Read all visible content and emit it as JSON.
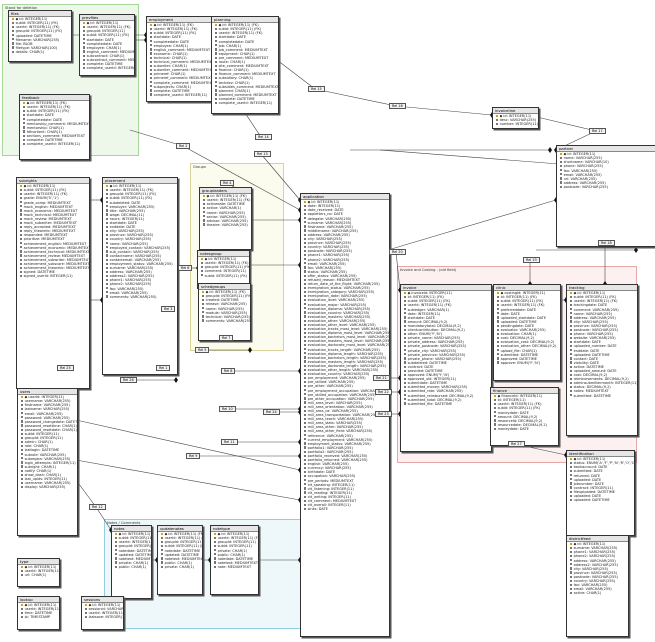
{
  "regions": [
    {
      "id": "r-green",
      "title": "Stand for deletion",
      "color": "#a6d79a",
      "bg": "#eef8ea"
    },
    {
      "id": "r-yellow",
      "title": "Groups",
      "color": "#d8d39a",
      "bg": "#fbfbee"
    },
    {
      "id": "r-red",
      "title": "Invoice and Costing - (old field)",
      "color": "#e6a7a7",
      "bg": "#fdf0f0"
    },
    {
      "id": "r-blue",
      "title": "Notes / Comments",
      "color": "#8fcfe0",
      "bg": "#eef8fb"
    }
  ],
  "tables": [
    {
      "id": "files",
      "name": "files",
      "rows": [
        "◆ id: INTEGER(11)",
        "subId: INTEGER(11) (FK)",
        "userId: INTEGER(11) (FK)",
        "groupId: INTEGER(11) (FK)",
        "uploaded: DATETIME",
        "filename: VARCHAR(255)",
        "file: BLOB",
        "filetype: VARCHAR(100)",
        "details: CHAR(1)"
      ]
    },
    {
      "id": "prevfiles",
      "name": "prevfiles",
      "rows": [
        "◆ id: INTEGER(11)",
        "userId: INTEGER(11) (FK)",
        "groupId: INTEGER(11)",
        "subId: INTEGER(11) (FK)",
        "startdate: DATE",
        "completedate: DATE",
        "employee: CHAR(1)",
        "english_comment: MEDIUMTEXT",
        "subcontract: CHAR(1)",
        "subcontract_comment: MEDIUMTEXT",
        "complete: DATETIME",
        "complete_userId: INTEGER(11)"
      ]
    },
    {
      "id": "employment",
      "name": "employment",
      "rows": [
        "◆ id: INTEGER(11) (FK)",
        "userId: INTEGER(11) (FK)",
        "subId: INTEGER(11) (FK)",
        "startdate: DATE",
        "completedate: DATE",
        "employee: CHAR(1)",
        "english_comment: MEDIUMTEXT",
        "economic: CHAR(1)",
        "technical: CHAR(1)",
        "technical_comment: MEDIUMTEXT",
        "subwriter: CHAR(1)",
        "subwriter_comment: MEDIUMTEXT",
        "primeref: CHAR(1)",
        "primeref_comment: MEDIUMTEXT",
        "complete_comment: MEDIUMTEXT",
        "subprojects: CHAR(1)",
        "complete: DATETIME",
        "complete_userId: INTEGER(11)"
      ]
    },
    {
      "id": "planning",
      "name": "planning",
      "rows": [
        "◆ id: INTEGER(11) (FK)",
        "subId: INTEGER(11) (FK)",
        "userId: INTEGER(11) (FK)",
        "startdate: DATE",
        "completedate: DATE",
        "job: CHAR(1)",
        "job_comment: MEDIUMTEXT",
        "equipment: CHAR(1)",
        "pre_comment: MEDIUMTEXT",
        "route: CHAR(1)",
        "site_comment: MEDIUMTEXT",
        "finance: CHAR(1)",
        "finance_comment: MEDIUMTEXT",
        "subsidiary: CHAR(1)",
        "techdev: CHAR(1)",
        "subsidies_comment: MEDIUMTEXT",
        "planned: CHAR(1)",
        "planned_comment: MEDIUMTEXT",
        "complete: DATETIME",
        "complete_userId: INTEGER(11)"
      ]
    },
    {
      "id": "audiobill",
      "name": "invoiceline",
      "rows": [
        "◆ id: INTEGER(11)",
        "desc: VARCHAR(255)",
        "number: INTEGER(11)"
      ]
    },
    {
      "id": "users2",
      "name": "partner",
      "rows": [
        "◆ id: INTEGER(11)",
        "name: VARCHAR(255)",
        "shortname: VARCHAR(10)",
        "phone: VARCHAR(255)",
        "fax: VARCHAR(255)",
        "email: VARCHAR(255)",
        "url: VARCHAR(255)",
        "address: VARCHAR(255)",
        "postcode: VARCHAR(255)"
      ]
    },
    {
      "id": "feedback",
      "name": "feedback",
      "rows": [
        "◆ id: INTEGER(11) (FK)",
        "userId: INTEGER(11) (FK)",
        "subId: INTEGER(11) (FK)",
        "startdate: DATE",
        "completedate: DATE",
        "mentorship_comment: MEDIUMTEXT",
        "mentorship: CHAR(1)",
        "fdfcontent: CHAR(1)",
        "sections_comment: MEDIUMTEXT",
        "complete: DATETIME",
        "complete_userId: INTEGER(11)"
      ]
    },
    {
      "id": "subrights",
      "name": "subrights",
      "rows": [
        "◆ id: INTEGER(11)",
        "subId: INTEGER(11) (FK)",
        "userId: INTEGER(11) (FK)",
        "grade: ENUM('5','1')",
        "grade_comp: MEDIUMTEXT",
        "mock_english: MEDIUMTEXT",
        "mock_economic: MEDIUMTEXT",
        "mock_technical: MEDIUMTEXT",
        "mock_review: MEDIUMTEXT",
        "mock_subwriter: MEDIUMTEXT",
        "reply_accepted: MEDIUMTEXT",
        "reply_theoretic: MEDIUMTEXT",
        "responded: MEDIUMTEXT",
        "prioritize: MEDIUMTEXT",
        "achievement_english: MEDIUMTEXT",
        "achievement_economic: MEDIUMTEXT",
        "achievement_technical: MEDIUMTEXT",
        "achievement_review: MEDIUMTEXT",
        "achievement_subwriter: MEDIUMTEXT",
        "achievement_subscore: MEDIUMTEXT",
        "achievement_theoretic: MEDIUMTEXT",
        "signed: DATETIME",
        "signed_userId: INTEGER(11)"
      ]
    },
    {
      "id": "placement",
      "name": "placement",
      "rows": [
        "◆ id: INTEGER(11)",
        "userId: INTEGER(11) (FK)",
        "groupId: INTEGER(11) (FK)",
        "subId: INTEGER(11) (FK)",
        "subdeleted: DATE",
        "employer: VARCHAR(255)",
        "title: VARCHAR(255)",
        "wage: DECIMAL(11)",
        "hours: INTEGER(11)",
        "startdate: DATE",
        "enddate: DATE",
        "city: VARCHAR(255)",
        "province: VARCHAR(255)",
        "country: VARCHAR(255)",
        "name: VARCHAR(255)",
        "employed_contact: VARCHAR(255)",
        "sub_contact: VARCHAR(255)",
        "contactname: VARCHAR(255)",
        "contactemail: VARCHAR(255)",
        "employment_status: VARCHAR(255)",
        "surname: VARCHAR(255)",
        "address: VARCHAR(255)",
        "address2: VARCHAR(255)",
        "phone1: VARCHAR(255)",
        "phone2: VARCHAR(255)",
        "fax: VARCHAR(255)",
        "email: VARCHAR(255)",
        "comments: VARCHAR(255)"
      ]
    },
    {
      "id": "groupleaders",
      "name": "groupleaders",
      "rows": [
        "◆ id: INTEGER(11) (FK)",
        "userId: INTEGER(11) (FK)",
        "activedate: DATETIME",
        "active: VARCHAR(1)",
        "name: VARCHAR(255)",
        "sector: VARCHAR(255)",
        "advisor: VARCHAR(255)",
        "theatre: VARCHAR(255)"
      ]
    },
    {
      "id": "notesgroup",
      "name": "notesgroup",
      "rows": [
        "◆ id: INTEGER(11)",
        "userId: INTEGER(11) (FK)",
        "groupId: INTEGER(11) (FK)",
        "comment: INTEGER(11)",
        "subId: INTEGER(11) (FK)"
      ]
    },
    {
      "id": "schedgroups",
      "name": "schedgroups",
      "rows": [
        "◆ id: INTEGER(11) (FK)",
        "groupId: INTEGER(11) (FK)",
        "created: DATETIME",
        "release: VARCHAR(255)",
        "name: VARCHAR(255)",
        "module: VARCHAR(255)",
        "technical: VARCHAR(255)",
        "comments: VARCHAR(255)"
      ]
    },
    {
      "id": "application",
      "name": "application",
      "rows": [
        "◆ id: INTEGER(11)",
        "date: INTEGER(11)",
        "date_received: DATE",
        "appletters_no: DATE",
        "delegate: VARCHAR(255)",
        "surname: VARCHAR(255)",
        "firstname: VARCHAR(255)",
        "middlename: VARCHAR(255)",
        "address: VARCHAR(255)",
        "city: VARCHAR(255)",
        "province: VARCHAR(255)",
        "country: VARCHAR(255)",
        "postcode: VARCHAR(255)",
        "phone1: VARCHAR(255)",
        "phone2: VARCHAR(255)",
        "email: VARCHAR(255)",
        "fax: VARCHAR(255)",
        "status: VARCHAR(255)",
        "offer_status: VARCHAR(255)",
        "refused_reason: MEDIUMTEXT",
        "return_date_of_the_flight: VARCHAR(255)",
        "immigration_status: VARCHAR(255)",
        "immigration_category: VARCHAR(255)",
        "immigration_date: VARCHAR(255)",
        "evaluation_level: VARCHAR(255)",
        "evaluation_major: VARCHAR(255)",
        "evaluation_diploma: VARCHAR(255)",
        "evaluation_country: VARCHAR(255)",
        "evaluation_masters: VARCHAR(255)",
        "evaluation_other: VARCHAR(255)",
        "evaluation_other_level: VARCHAR(255)",
        "evaluation_tracks_most_level: VARCHAR(255)",
        "evaluation_diploma_most_level: VARCHAR(255)",
        "evaluation_bachelors_most_level: VARCHAR(255)",
        "evaluation_masters_most_level: VARCHAR(255)",
        "evaluation_doctorate_most_level: VARCHAR(255)",
        "evaluation_tracks_length: VARCHAR(255)",
        "evaluation_diploma_length: VARCHAR(255)",
        "evaluation_bachelors_length: VARCHAR(255)",
        "evaluation_masters_length: VARCHAR(255)",
        "evaluation_doctorate_length: VARCHAR(255)",
        "evaluation_other_length: VARCHAR(255)",
        "evaluation_country: VARCHAR(255)",
        "pre_employment: VARCHAR(255)",
        "pre_skilled: VARCHAR(255)",
        "pre_other: VARCHAR(255)",
        "pre_employment_occupation: VARCHAR(255)",
        "pre_skilled_occupation: VARCHAR(255)",
        "pre_other_occupation: VARCHAR(255)",
        "mill_area_level: VARCHAR(255)",
        "mill_area_orientation: VARCHAR(255)",
        "mill_area_ca: VARCHAR(255)",
        "mill_area_transportation: VARCHAR(255)",
        "mill_area_teach: VARCHAR(255)",
        "mill_area_stats: VARCHAR(255)",
        "mill_area_other: VARCHAR(255)",
        "mill_area_other_field: VARCHAR(255)",
        "reference: VARCHAR(255)",
        "current_employment: VARCHAR(255)",
        "employment_status: VARCHAR(255)",
        "portfolio1: VARCHAR(255)",
        "portfolio2: VARCHAR(255)",
        "portfolio_received: VARCHAR(255)",
        "portfolio_returned: VARCHAR(255)",
        "english: VARCHAR(255)",
        "currency: VARCHAR(255)",
        "birthdate: DATE",
        "occupation: VARCHAR(255)",
        "pre_periods: MEDIUMTEXT",
        "ctt_speaking: INTEGER(11)",
        "ctt_listening: INTEGER(11)",
        "ctt_reading: INTEGER(11)",
        "ctt_writing: INTEGER(11)",
        "ctt_comment: MEDIUMTEXT",
        "ctt_overall: INTEGER(11)",
        "sinks: DATE"
      ]
    },
    {
      "id": "invoice",
      "name": "invoice",
      "rows": [
        "◆ invoiceId: INTEGER(11)",
        "id: INTEGER(11) (FK)",
        "subId: INTEGER(11) (FK)",
        "userId: INTEGER(11) (FK)",
        "subledger: VARCHAR(1)",
        "date: INTEGER(11)",
        "startdate: DATE",
        "amount: DECIMAL(9,2)",
        "mandatorytotal: DECIMAL(9,2)",
        "clientcontribution: DECIMAL(9,2)",
        "other: ENUM('Y','N')",
        "private_name: VARCHAR(255)",
        "private_address: VARCHAR(255)",
        "private_postcode: VARCHAR(255)",
        "private_city: VARCHAR(255)",
        "private_province: VARCHAR(255)",
        "private_phone: VARCHAR(255)",
        "subdeleted: DATETIME",
        "contract: DATE",
        "provided: DATETIME",
        "approved: ENUM('Y','N')",
        "approved_uId: INTEGER(11)",
        "submitdate: DATETIME",
        "submitted_money: VARCHAR(255)",
        "submitted_rate: VARCHAR(255)",
        "submitted_reimbursed: DECIMAL(9,2)",
        "submitted_total: DECIMAL(9,2)",
        "submitted_file: DATETIME"
      ]
    },
    {
      "id": "clinrec",
      "name": "clinic",
      "rows": [
        "◆ costingId: INTEGER(11)",
        "id: INTEGER(11) (FK)",
        "subId: INTEGER(11) (FK)",
        "userId: INTEGER(11) (FK)",
        "preferreddate: DATE",
        "date: DATE",
        "uploaded_startdate: DATE",
        "uploaded: DATETIME",
        "pendingdate: DATE",
        "evaluator: VARCHAR(255)",
        "evaluation: CHAR(1)",
        "cost: DECIMAL(9,2)",
        "evaluation_cost: DECIMAL(9,2)",
        "evaluation_other: DECIMAL(9,2)",
        "upload_file: CHAR(1)",
        "submitted: DATETIME",
        "approved: DATETIME",
        "approve: ENUM('Y','N')"
      ]
    },
    {
      "id": "tracking",
      "name": "tracking",
      "rows": [
        "◆ id: INTEGER(11)",
        "subId: INTEGER(11) (FK)",
        "userId: INTEGER(11) (FK)",
        "trackingdate: DATE",
        "comment: VARCHAR(255)",
        "name: VARCHAR(255)",
        "address: VARCHAR(255)",
        "city: VARCHAR(255)",
        "province: VARCHAR(255)",
        "postcode: VARCHAR(255)",
        "phone: VARCHAR(255)",
        "website: VARCHAR(255)",
        "startdate: DATE",
        "uploaded_number: DATE",
        "enddate: DATE",
        "uploaded: DATETIME",
        "contact: DATE",
        "visibility: DATE",
        "active: DATETIME",
        "uploaded_amount: DATE",
        "cost: DECIMAL(9,2)",
        "reimbursements: DECIMAL(9,2)",
        "adminsubmittermonth: INTEGER(11)",
        "status: DECIMAL(9,2)",
        "notes: MEDIUMTEXT",
        "submitted: DATETIME"
      ]
    },
    {
      "id": "finance",
      "name": "finance",
      "rows": [
        "◆ financeId: INTEGER(11)",
        "id: INTEGER(11)",
        "userId: INTEGER(11) (FK)",
        "subId: INTEGER(11) (FK)",
        "moneydate: DATE",
        "amount: DECIMAL(9,2)",
        "resourceId: DECIMAL(9,2)",
        "resourcedate: DECIMAL(9,2)",
        "moneydate: DATE"
      ]
    },
    {
      "id": "users",
      "name": "users",
      "rows": [
        "◆ userId: INTEGER(11)",
        "username: VARCHAR(255)",
        "firstname: VARCHAR(255)",
        "lastname: VARCHAR(255)",
        "email: VARCHAR(255)",
        "password: VARCHAR(255)",
        "password_changedate: DATETIME",
        "password_resettime: CHAR(1)",
        "password_resetdate: CHAR(1)",
        "subId: INTEGER(11)",
        "groupId: INTEGER(11)",
        "admin: CHAR(1)",
        "role: CHAR(1)",
        "lastlogin: DATETIME",
        "subrole: VARCHAR(255)",
        "subregion: VARCHAR(255)",
        "login_attempts: INTEGER(11)",
        "subright: CHAR(1)",
        "notify: CHAR(1)",
        "show_dash: CHAR(1)",
        "last_uplds: INTEGER(11)",
        "username: VARCHAR(255)",
        "display: VARCHAR(255)"
      ]
    },
    {
      "id": "notes",
      "name": "notes",
      "rows": [
        "◆ id: INTEGER(11) (FK)",
        "subId: INTEGER(11) (FK)",
        "userId: INTEGER(11) (FK)",
        "groupId: INTEGER(11) (FK)",
        "notedate: DATETIME",
        "updated: DATETIME",
        "notetext: MEDIUMTEXT",
        "private: CHAR(1)",
        "public: CHAR(1)"
      ]
    },
    {
      "id": "updatenotes",
      "name": "updatenotes",
      "rows": [
        "◆ id: INTEGER(11) (FK)",
        "userId: INTEGER(11) (FK)",
        "groupId: INTEGER(11) (FK)",
        "subId: INTEGER(11) (FK)",
        "notedate: DATETIME",
        "updated: DATETIME",
        "notetext: MEDIUMTEXT",
        "public: CHAR(1)",
        "private: CHAR(1)"
      ]
    },
    {
      "id": "notetype",
      "name": "notetype",
      "rows": [
        "◆ id: INTEGER(11)",
        "userId: INTEGER(11) (FK)",
        "groupId: INTEGER(11)",
        "subId: INTEGER(11)",
        "private: CHAR(1)",
        "public: CHAR(1)",
        "notedate: DATETIME",
        "notetext: MEDIUMTEXT",
        "note: MEDIUMTEXT"
      ]
    },
    {
      "id": "identification",
      "name": "identification",
      "rows": [
        "◆ id: INTEGER(11)",
        "status: ENUM('A','F','P','N','R','O','C')",
        "bankaccount: DATE",
        "submitted: DATE",
        "returned: DATE",
        "uploaded: DATE",
        "jobnumber: DATE",
        "contract: INTEGER(11)",
        "fileuploaded: DATETIME",
        "uploaded: DATE",
        "uploaded: DATETIME"
      ]
    },
    {
      "id": "districtfeed",
      "name": "districtfeed",
      "rows": [
        "◆ id: INTEGER(11)",
        "surname: VARCHAR(255)",
        "phone1: VARCHAR(255)",
        "phone2: VARCHAR(255)",
        "address: VARCHAR(255)",
        "address2: VARCHAR(255)",
        "city: VARCHAR(255)",
        "province: VARCHAR(255)",
        "postcode: VARCHAR(255)",
        "country: VARCHAR(255)",
        "fax: VARCHAR(255)",
        "email: VARCHAR(255)",
        "active: CHAR(1)"
      ]
    },
    {
      "id": "type",
      "name": "type",
      "rows": [
        "◆ id: INTEGER(11)",
        "userId: INTEGER(11)",
        "url: CHAR(1)"
      ]
    },
    {
      "id": "lookup",
      "name": "lookup",
      "rows": [
        "◆ id: INTEGER(11)",
        "userId: INTEGER(11)",
        "time: DATETIME",
        "ip: TIMESTAMP"
      ]
    },
    {
      "id": "sessions",
      "name": "sessions",
      "rows": [
        "◆ id: INTEGER(11)",
        "sessionid: VARCHAR(100)",
        "userId: INTEGER(11)",
        "lastsave: INTEGER(11)"
      ]
    }
  ],
  "relations": [
    "Rel 1",
    "Rel 2",
    "Rel 3",
    "Rel 4",
    "Rel 5",
    "Rel 6",
    "Rel 7",
    "Rel 8",
    "Rel 9",
    "Rel 10",
    "Rel 11",
    "Rel 12",
    "Rel 13",
    "Rel 14",
    "Rel 15",
    "Rel 16",
    "Rel 17",
    "Rel 18",
    "Rel 19",
    "Rel 20",
    "Rel 21",
    "Rel 22",
    "Rel 23",
    "Rel 24",
    "Rel 25",
    "Rel 26",
    "Rel 27"
  ]
}
